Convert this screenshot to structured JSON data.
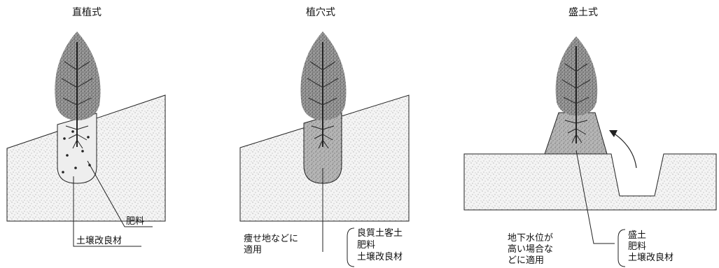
{
  "panels": [
    {
      "title": "直植式",
      "labels": [
        "肥料",
        "土壌改良材"
      ]
    },
    {
      "title": "植穴式",
      "note_lines": [
        "痩せ地などに",
        "適用"
      ],
      "labels": [
        "良質土客土",
        "肥料",
        "土壌改良材"
      ]
    },
    {
      "title": "盛土式",
      "note_lines": [
        "地下水位が",
        "高い場合な",
        "どに適用"
      ],
      "labels": [
        "盛土",
        "肥料",
        "土壌改良材"
      ]
    }
  ]
}
